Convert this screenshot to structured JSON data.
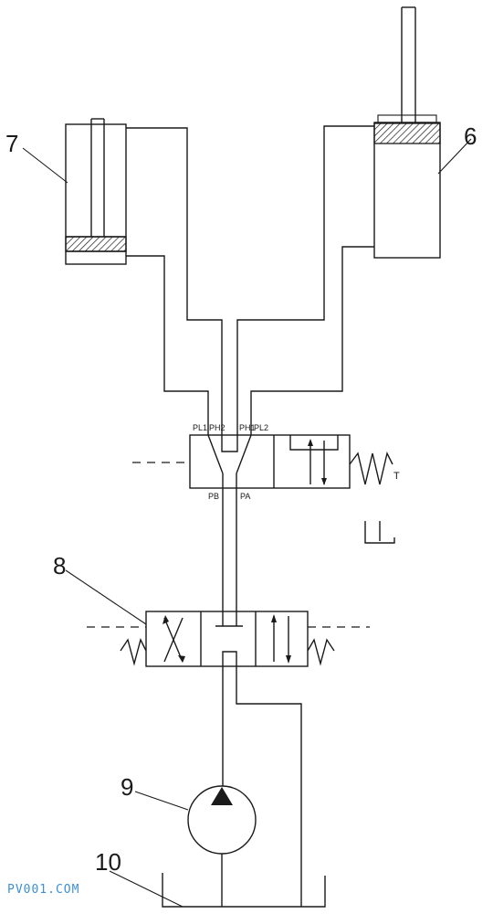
{
  "labels": {
    "cylinder_7": "7",
    "cylinder_6": "6",
    "valve_8": "8",
    "pump_9": "9",
    "tank_10": "10"
  },
  "ports": {
    "pl1": "PL1",
    "ph2": "PH2",
    "ph1": "PH1",
    "pl2": "PL2",
    "pb": "PB",
    "pa": "PA",
    "t": "T"
  },
  "watermark": "PV001.COM"
}
